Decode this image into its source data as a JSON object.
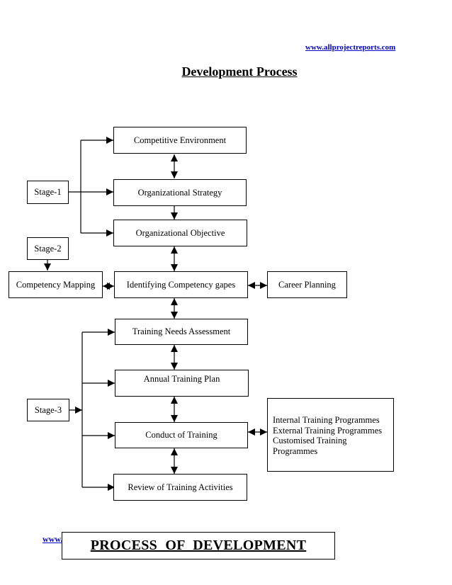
{
  "header": {
    "url": "www.allprojectreports.com",
    "title": "Development Process"
  },
  "stages": {
    "stage1": "Stage-1",
    "stage2": "Stage-2",
    "stage3": "Stage-3"
  },
  "boxes": {
    "competitive_environment": "Competitive  Environment",
    "organizational_strategy": "Organizational  Strategy",
    "organizational_objective": "Organizational  Objective",
    "competency_mapping": "Competency  Mapping",
    "identifying_competency_gapes": "Identifying Competency gapes",
    "career_planning": "Career  Planning",
    "training_needs_assessment": "Training  Needs  Assessment",
    "annual_training_plan": "Annual  Training  Plan",
    "conduct_of_training": "Conduct  of  Training",
    "review_of_training_activities": "Review  of  Training  Activities"
  },
  "training_types": [
    "Internal Training Programmes",
    "External Training Programmes",
    "Customised Training",
    "Programmes"
  ],
  "footer": {
    "url_fragment": "www.",
    "caption": "PROCESS   OF   DEVELOPMENT"
  }
}
